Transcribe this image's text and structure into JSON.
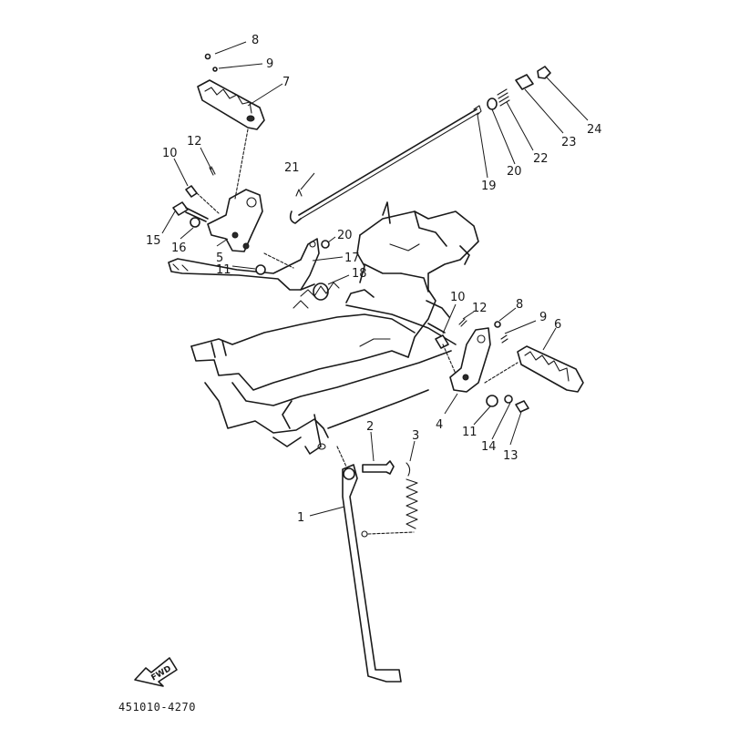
{
  "diagram": {
    "callouts": {
      "c1": "1",
      "c2": "2",
      "c3": "3",
      "c4": "4",
      "c5": "5",
      "c6": "6",
      "c7": "7",
      "c8a": "8",
      "c8b": "8",
      "c9a": "9",
      "c9b": "9",
      "c10a": "10",
      "c10b": "10",
      "c11a": "11",
      "c11b": "11",
      "c12a": "12",
      "c12b": "12",
      "c13": "13",
      "c14": "14",
      "c15": "15",
      "c16": "16",
      "c17": "17",
      "c18": "18",
      "c19": "19",
      "c20a": "20",
      "c20b": "20",
      "c21": "21",
      "c22": "22",
      "c23": "23",
      "c24": "24"
    },
    "fwd_label": "FWD",
    "drawing_code": "451010-4270"
  }
}
